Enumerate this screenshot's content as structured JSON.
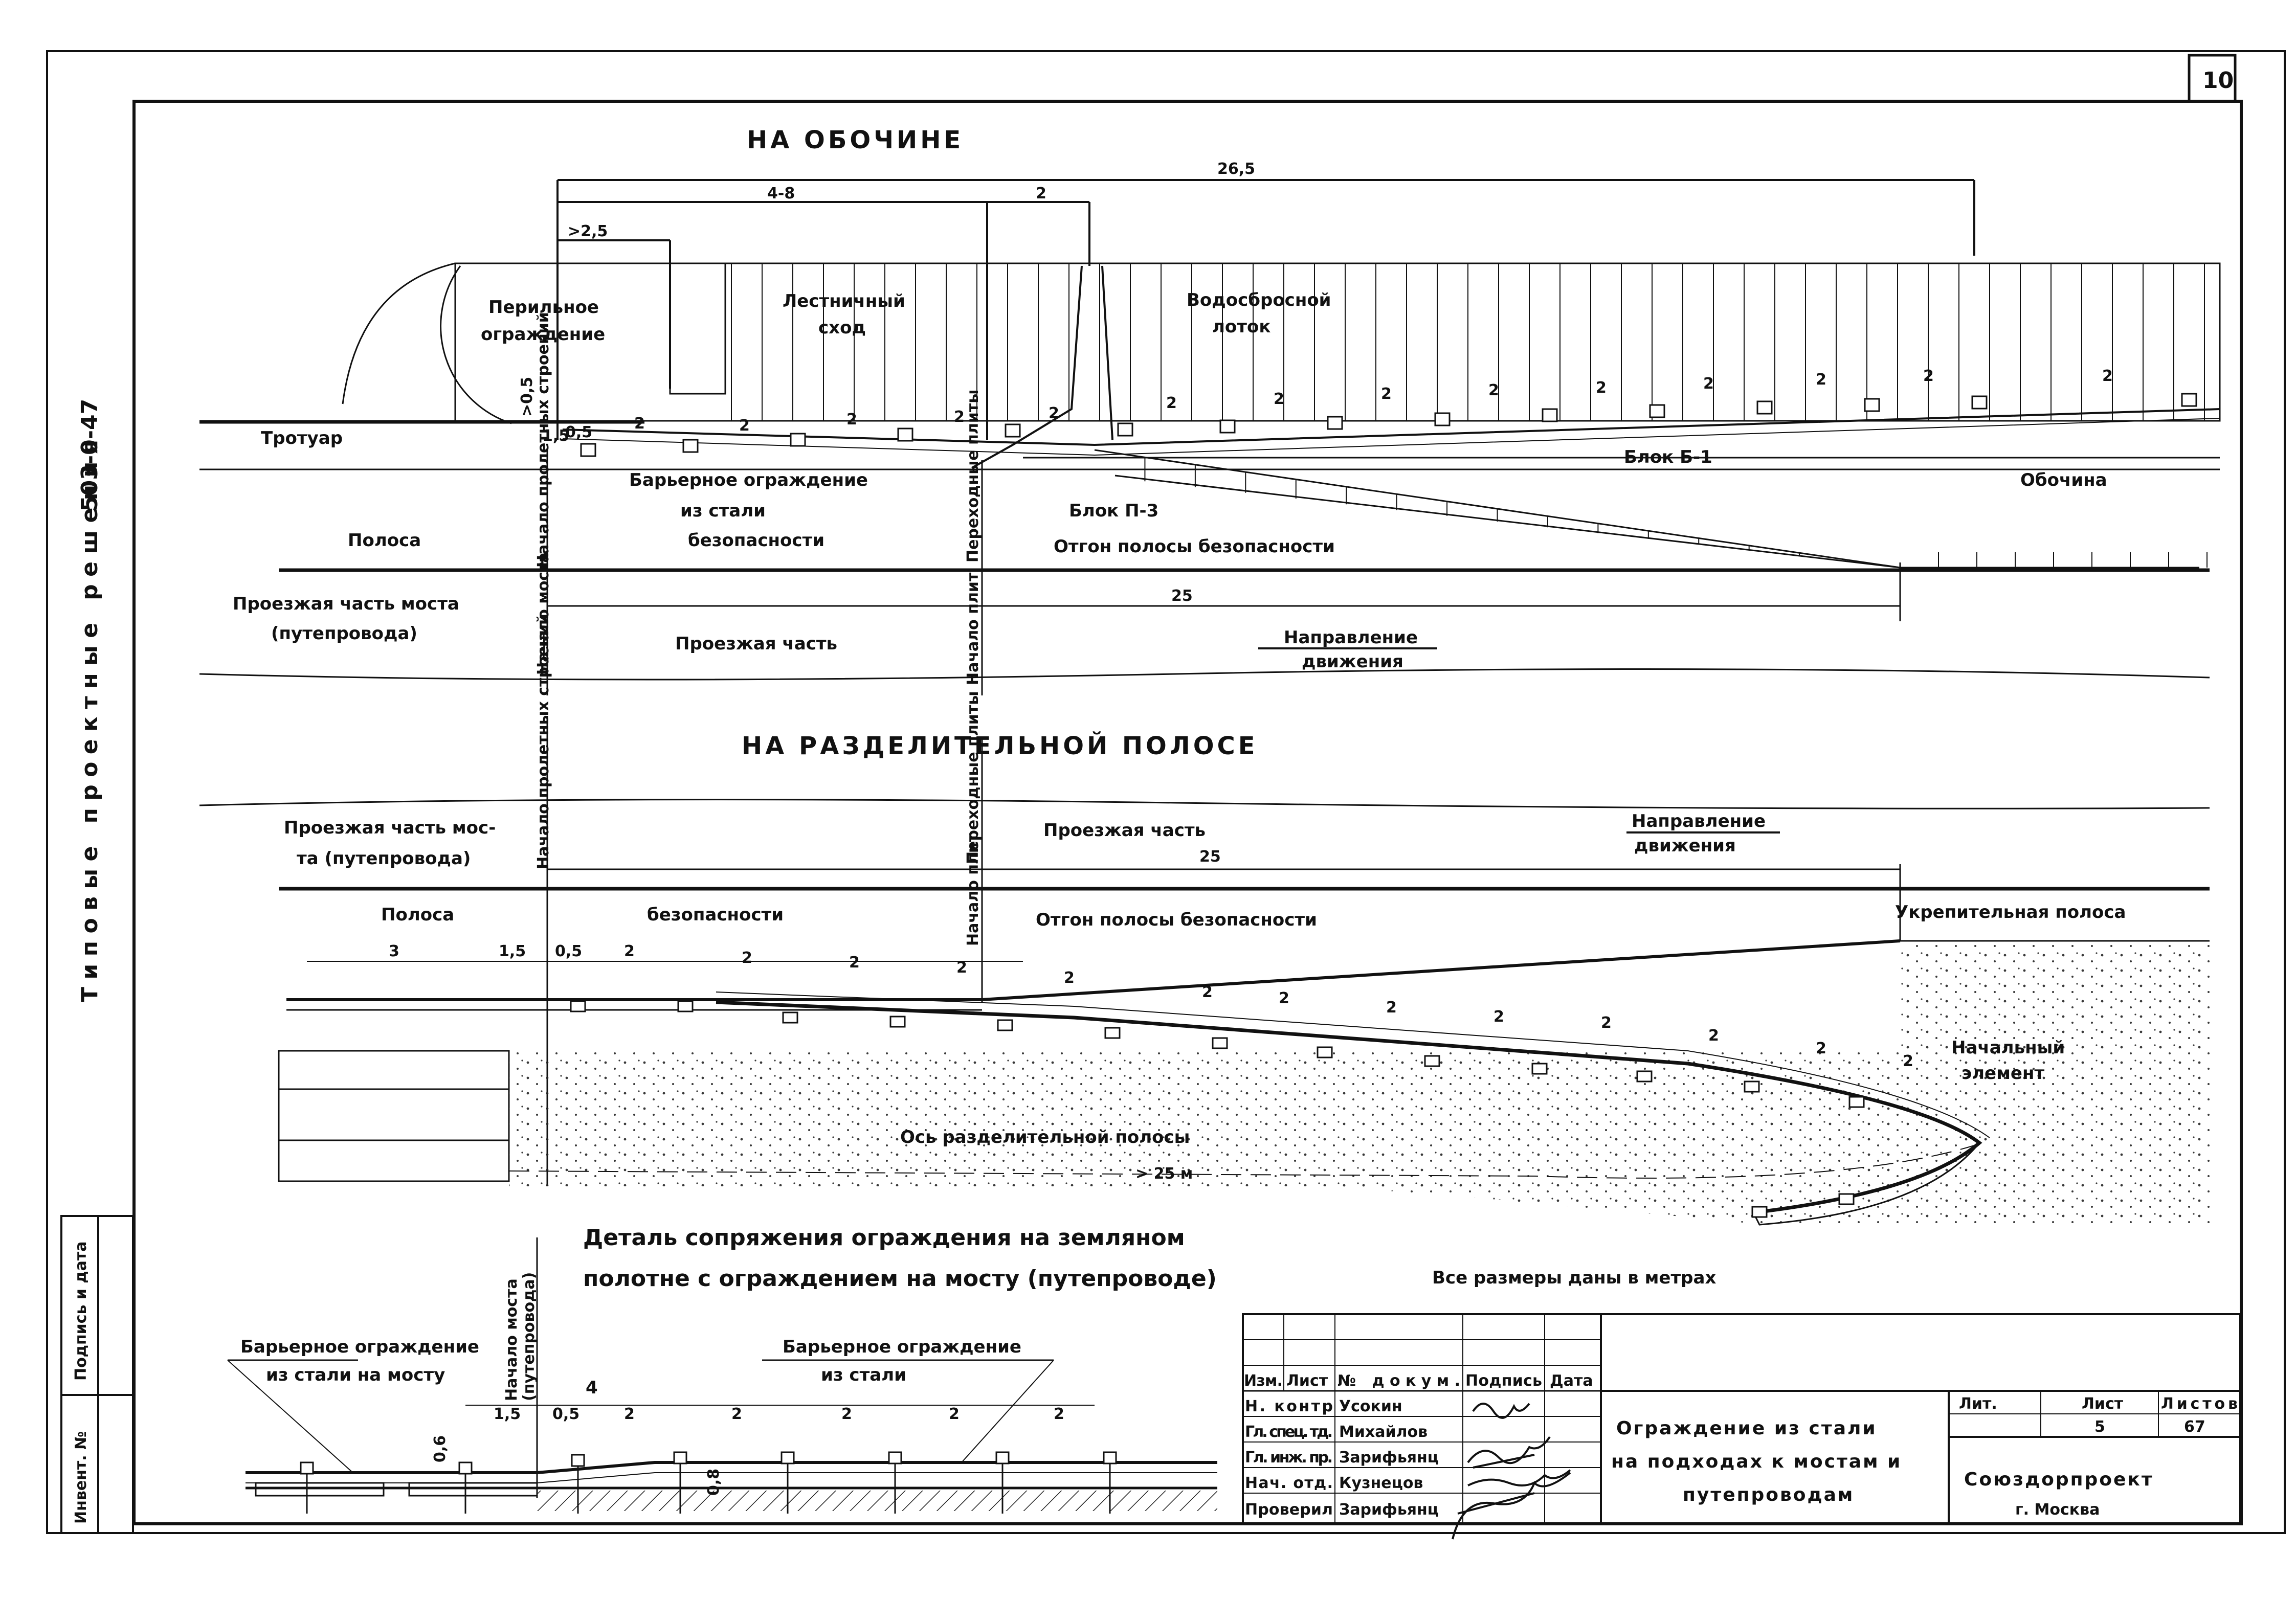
{
  "sheet_number": "10",
  "side_label": {
    "series": "Типовые проектные решения",
    "code": "503-0-47"
  },
  "side_stamp": [
    "Инвент. №",
    "Подпись и дата"
  ],
  "section_top": {
    "title": "НА ОБОЧИНЕ",
    "dims": {
      "total": "26,5",
      "d48": "4-8",
      "d2": "2",
      "d25": ">2,5",
      "d05": ">0,5",
      "d15": "1,5",
      "d05b": "0,5"
    },
    "spacings": [
      "2",
      "2",
      "2",
      "2",
      "2",
      "2",
      "2",
      "2",
      "2",
      "2",
      "2",
      "2",
      "2",
      "2"
    ],
    "labels": {
      "railing": "Перильное ограждение",
      "stairs": "Лестничный сход",
      "drain": "Водосбросной лоток",
      "sidewalk": "Тротуар",
      "barrier_steel": "Барьерное ограждение из стали",
      "block_p3": "Блок П-3",
      "block_b1": "Блок Б-1",
      "shoulder": "Обочина",
      "strip": "Полоса",
      "spans_start": "Начало пролетных строений",
      "safety_strip": "безопасности",
      "transition_plates": "Переходные плиты",
      "run_out": "Отгон полосы безопасности",
      "bridge_roadway_1": "Проезжая часть моста",
      "bridge_roadway_2": "(путепровода)",
      "roadway": "Проезжая часть",
      "bridge_start": "Начало моста",
      "plates_start": "Начало плит",
      "direction_1": "Направление",
      "direction_2": "движения",
      "dim_25": "25"
    }
  },
  "section_mid": {
    "title": "НА РАЗДЕЛИТЕЛЬНОЙ ПОЛОСЕ",
    "labels": {
      "spans_start": "Начало пролетных строений",
      "bridge_roadway_1": "Проезжая часть мос-",
      "bridge_roadway_2": "та (путепровода)",
      "transition_plates": "Переходные плиты",
      "roadway": "Проезжая часть",
      "direction_1": "Направление",
      "direction_2": "движения",
      "dim_25": "25",
      "strip": "Полоса",
      "safety": "безопасности",
      "plates_start": "Начало плит",
      "run_out": "Отгон полосы безопасности",
      "reinforce": "Укрепительная полоса",
      "initial_1": "Начальный",
      "initial_2": "элемент",
      "median_axis": "Ось разделительной полосы",
      "dim_25m": "> 25 м"
    },
    "dims": [
      "3",
      "1,5",
      "0,5",
      "2",
      "2",
      "2",
      "2",
      "2",
      "2",
      "2",
      "2",
      "2",
      "2",
      "2",
      "2",
      "2"
    ]
  },
  "section_detail": {
    "title_1": "Деталь сопряжения ограждения на земляном",
    "title_2": "полотне с ограждением на мосту (путепроводе)",
    "note": "Все размеры даны в метрах",
    "labels": {
      "barrier_bridge_1": "Барьерное ограждение",
      "barrier_bridge_2": "из стали на мосту",
      "barrier_steel_1": "Барьерное ограждение",
      "barrier_steel_2": "из стали",
      "bridge_start_1": "Начало моста",
      "bridge_start_2": "(путепровода)"
    },
    "dims": [
      "4",
      "1,5",
      "0,5",
      "2",
      "2",
      "2",
      "2",
      "2",
      "0,6",
      "0,8"
    ]
  },
  "title_block": {
    "headers": [
      "Изм.",
      "Лист",
      "№ докум.",
      "Подпись",
      "Дата"
    ],
    "rows": [
      {
        "role": "Н. контр",
        "name": "Усокин"
      },
      {
        "role": "Гл. спец. тд.",
        "name": "Михайлов"
      },
      {
        "role": "Гл. инж. пр.",
        "name": "Зарифьянц"
      },
      {
        "role": "Нач. отд.",
        "name": "Кузнецов"
      },
      {
        "role": "Проверил",
        "name": "Зарифьянц"
      }
    ],
    "drawing_title": [
      "Ограждение из стали",
      "на подходах к мостам и",
      "путепроводам"
    ],
    "stage_headers": [
      "Лит.",
      "Лист",
      "Листов"
    ],
    "stage_values": [
      "",
      "5",
      "67"
    ],
    "org": "Союздорпроект",
    "city": "г. Москва"
  }
}
